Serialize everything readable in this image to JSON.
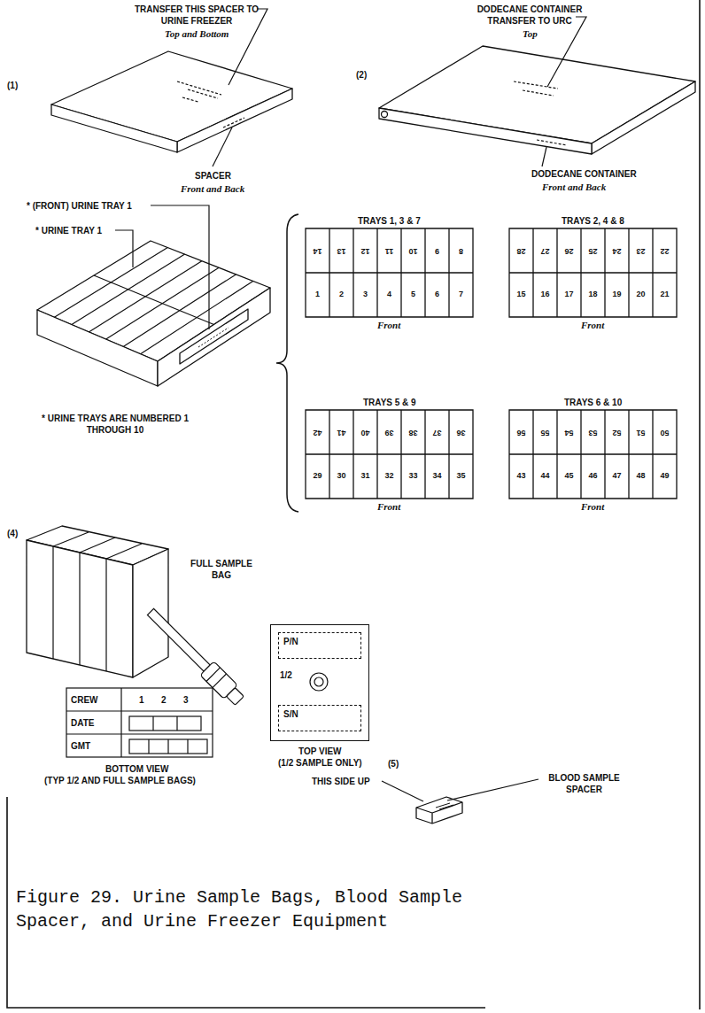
{
  "diagram": {
    "caption": "Figure 29.  Urine Sample Bags, Blood Sample Spacer, and Urine Freezer Equipment",
    "nodes": [
      {
        "text": [
          "1/2"
        ]
      },
      {
        "text": [
          "P/N"
        ],
        "in": 0
      },
      {
        "text": [
          "S/N"
        ],
        "in": 0
      }
    ],
    "labels": [
      "(1)",
      "TRANSFER THIS SPACER TO URINE FREEZER",
      "Top and Bottom",
      "SPACER",
      "Front and Back",
      "(2)",
      "DODECANE CONTAINER TRANSFER TO URC",
      "Top",
      "DODECANE CONTAINER",
      "Front and Back",
      "* (FRONT) URINE TRAY 1",
      "* URINE TRAY 1",
      "* URINE TRAYS ARE NUMBERED 1 THROUGH 10",
      "TRAYS 1, 3 & 7",
      "14",
      "13",
      "12",
      "11",
      "10",
      "9",
      "8",
      "1",
      "2",
      "3",
      "4",
      "5",
      "6",
      "7",
      "Front",
      "TRAYS 2, 4 & 8",
      "28",
      "27",
      "26",
      "25",
      "24",
      "23",
      "22",
      "15",
      "16",
      "17",
      "18",
      "19",
      "20",
      "21",
      "Front",
      "TRAYS 5 & 9",
      "42",
      "41",
      "40",
      "39",
      "38",
      "37",
      "36",
      "29",
      "30",
      "31",
      "32",
      "33",
      "34",
      "35",
      "Front",
      "TRAYS 6 & 10",
      "56",
      "55",
      "54",
      "53",
      "52",
      "51",
      "50",
      "43",
      "44",
      "45",
      "46",
      "47",
      "48",
      "49",
      "Front",
      "(4)",
      "FULL SAMPLE BAG",
      "CREW",
      "1",
      "2",
      "3",
      "DATE",
      "GMT",
      "BOTTOM VIEW",
      "(TYP 1/2 AND FULL SAMPLE BAGS)",
      "TOP VIEW",
      "(1/2 SAMPLE ONLY)",
      "(5)",
      "THIS SIDE UP",
      "BLOOD SAMPLE SPACER"
    ]
  }
}
